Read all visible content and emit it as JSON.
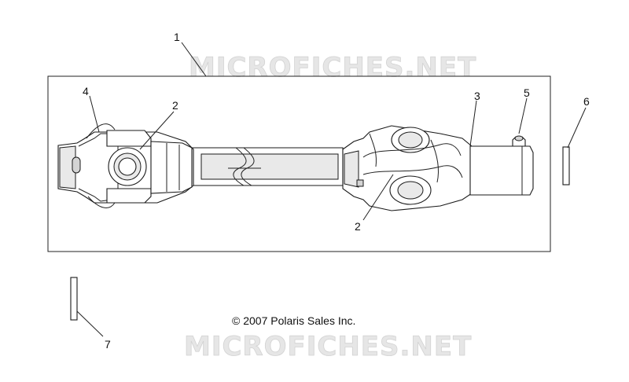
{
  "watermark": "MICROFICHES.NET",
  "copyright": "© 2007 Polaris Sales Inc.",
  "callouts": {
    "c1": "1",
    "c2a": "2",
    "c2b": "2",
    "c3": "3",
    "c4": "4",
    "c5": "5",
    "c6": "6",
    "c7": "7"
  }
}
